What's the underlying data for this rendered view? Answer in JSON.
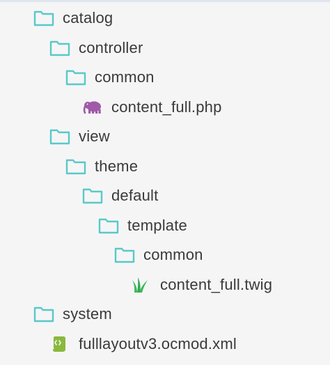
{
  "tree": {
    "items": [
      {
        "label": "catalog",
        "icon": "folder-icon"
      },
      {
        "label": "controller",
        "icon": "folder-icon"
      },
      {
        "label": "common",
        "icon": "folder-icon"
      },
      {
        "label": "content_full.php",
        "icon": "php-elephant-icon"
      },
      {
        "label": "view",
        "icon": "folder-icon"
      },
      {
        "label": "theme",
        "icon": "folder-icon"
      },
      {
        "label": "default",
        "icon": "folder-icon"
      },
      {
        "label": "template",
        "icon": "folder-icon"
      },
      {
        "label": "common",
        "icon": "folder-icon"
      },
      {
        "label": "content_full.twig",
        "icon": "twig-icon"
      },
      {
        "label": "system",
        "icon": "folder-icon"
      },
      {
        "label": "fulllayoutv3.ocmod.xml",
        "icon": "xml-file-icon"
      }
    ]
  },
  "colors": {
    "folder": "#5ac8c8",
    "php": "#a05aa8",
    "twig": "#3cb85a",
    "xml": "#8ab83c",
    "background": "#f5f5f6",
    "text": "#3a3a3a"
  }
}
